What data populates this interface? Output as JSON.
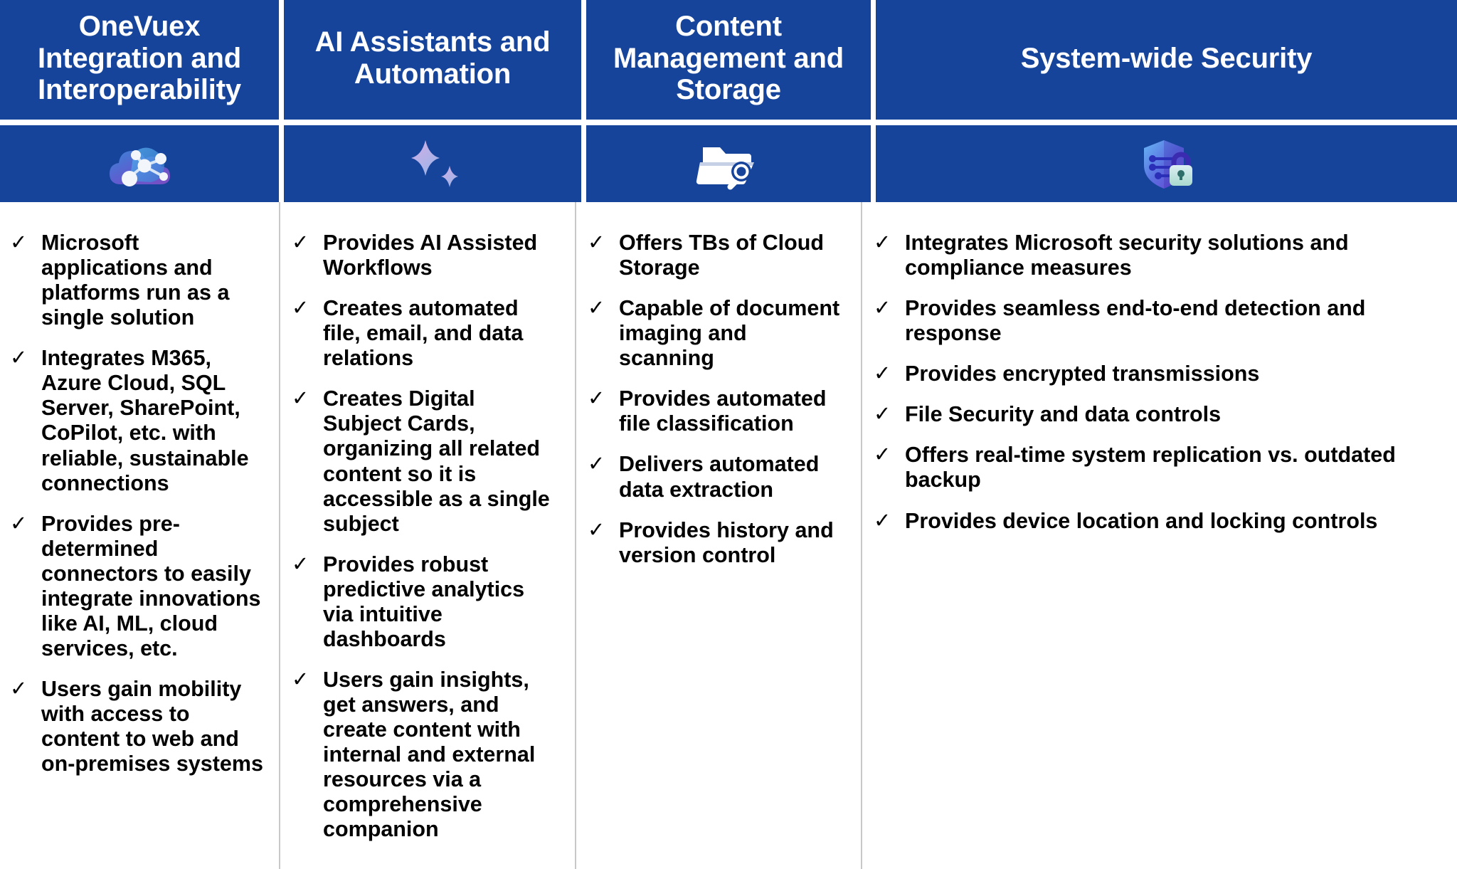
{
  "theme": {
    "header_bg": "#17449B",
    "header_text": "#FFFFFF",
    "body_bg": "#FFFFFF",
    "body_text": "#000000",
    "divider": "#C8C8C8",
    "bullet_glyph": "✓"
  },
  "columns": [
    {
      "title": "OneVuex Integration and Interoperability",
      "icon": "cloud-network-nodes-icon",
      "bullets": [
        "Microsoft applications and platforms run as a single solution",
        "Integrates M365, Azure Cloud, SQL Server, SharePoint, CoPilot, etc. with reliable, sustainable connections",
        "Provides pre-determined connectors to easily integrate innovations like AI, ML, cloud services, etc.",
        "Users gain mobility with access to content to web and on-premises systems"
      ]
    },
    {
      "title": "AI Assistants and Automation",
      "icon": "ai-sparkle-icon",
      "bullets": [
        "Provides AI Assisted Workflows",
        "Creates automated file, email, and data relations",
        "Creates Digital Subject Cards, organizing all related content so it is accessible as a single subject",
        "Provides robust predictive analytics via intuitive dashboards",
        "Users gain insights, get answers, and create content with internal and external resources via a comprehensive companion"
      ]
    },
    {
      "title": "Content Management and Storage",
      "icon": "folder-search-icon",
      "bullets": [
        "Offers TBs of Cloud Storage",
        "Capable of document imaging and scanning",
        "Provides automated file classification",
        "Delivers automated data extraction",
        "Provides history and version control"
      ]
    },
    {
      "title": "System-wide Security",
      "icon": "shield-lock-icon",
      "bullets": [
        "Integrates Microsoft security solutions and compliance measures",
        "Provides seamless end-to-end detection and response",
        "Provides encrypted transmissions",
        "File Security and data controls",
        "Offers real-time system replication vs. outdated backup",
        "Provides device location and locking controls"
      ]
    }
  ]
}
